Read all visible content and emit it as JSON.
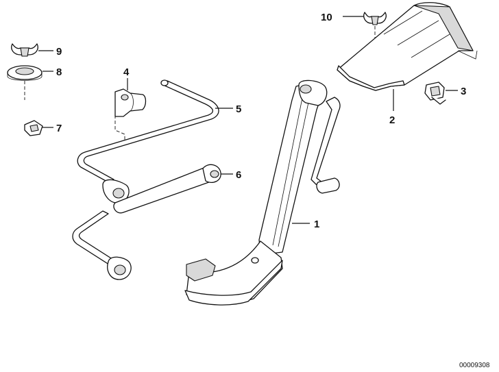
{
  "callouts": [
    {
      "id": "1",
      "label": "1"
    },
    {
      "id": "2",
      "label": "2"
    },
    {
      "id": "3",
      "label": "3"
    },
    {
      "id": "4",
      "label": "4"
    },
    {
      "id": "5",
      "label": "5"
    },
    {
      "id": "6",
      "label": "6"
    },
    {
      "id": "7",
      "label": "7"
    },
    {
      "id": "8",
      "label": "8"
    },
    {
      "id": "9",
      "label": "9"
    },
    {
      "id": "10",
      "label": "10"
    }
  ],
  "document_number": "00009308"
}
